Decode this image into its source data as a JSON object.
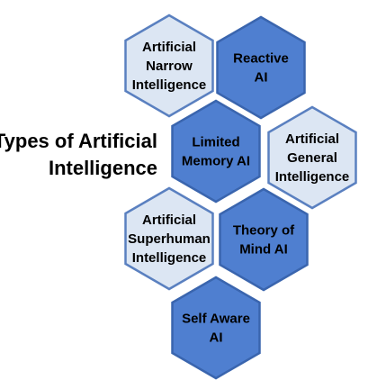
{
  "title": [
    "Types of Artificial",
    "Intelligence"
  ],
  "colors": {
    "dark_fill": "#4F7FD0",
    "dark_stroke": "#3A65AE",
    "light_fill": "#DCE6F3",
    "light_stroke": "#5A80C0",
    "text": "#000000"
  },
  "hexagons": [
    {
      "name": "artificial-narrow-intelligence",
      "lines": [
        "Artificial",
        "Narrow",
        "Intelligence"
      ],
      "style": "light"
    },
    {
      "name": "reactive-ai",
      "lines": [
        "Reactive",
        "AI"
      ],
      "style": "dark"
    },
    {
      "name": "limited-memory-ai",
      "lines": [
        "Limited",
        "Memory AI"
      ],
      "style": "dark"
    },
    {
      "name": "artificial-general-intelligence",
      "lines": [
        "Artificial",
        "General",
        "Intelligence"
      ],
      "style": "light"
    },
    {
      "name": "artificial-superhuman-intelligence",
      "lines": [
        "Artificial",
        "Superhuman",
        "Intelligence"
      ],
      "style": "light"
    },
    {
      "name": "theory-of-mind-ai",
      "lines": [
        "Theory of",
        "Mind AI"
      ],
      "style": "dark"
    },
    {
      "name": "self-aware-ai",
      "lines": [
        "Self Aware",
        "AI"
      ],
      "style": "dark"
    }
  ]
}
